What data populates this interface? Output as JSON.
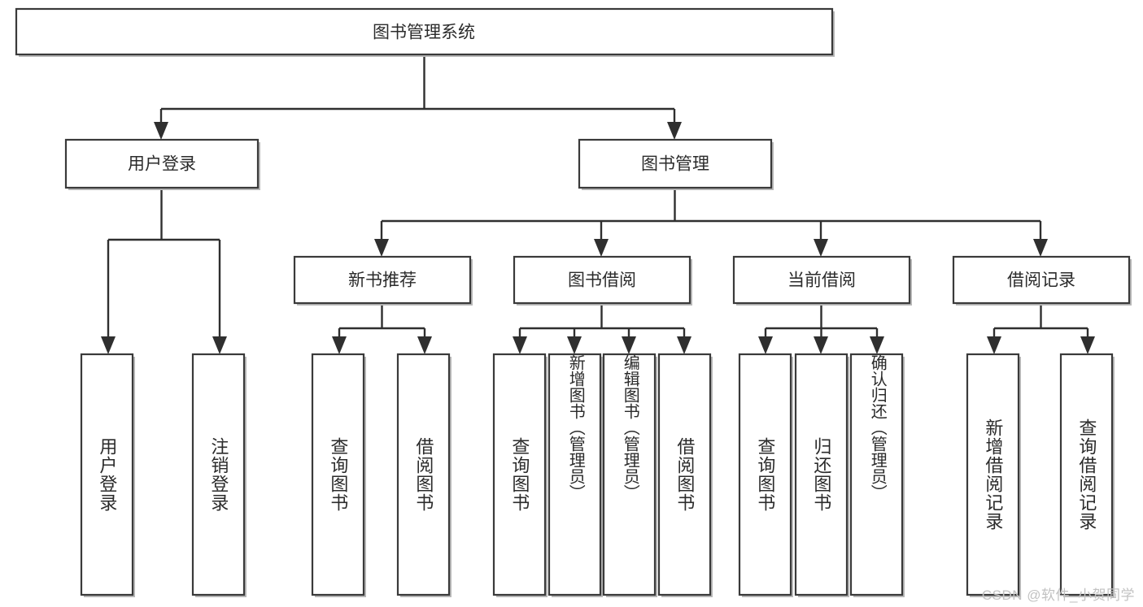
{
  "diagram": {
    "title": "图书管理系统",
    "type": "tree-hierarchy-chart",
    "orientation": "top-down",
    "root": {
      "label": "图书管理系统"
    },
    "level2": [
      {
        "label": "用户登录"
      },
      {
        "label": "图书管理"
      }
    ],
    "level3": [
      {
        "label": "新书推荐"
      },
      {
        "label": "图书借阅"
      },
      {
        "label": "当前借阅"
      },
      {
        "label": "借阅记录"
      }
    ],
    "leaves": {
      "user_login": [
        {
          "label": "用户登录"
        },
        {
          "label": "注销登录"
        }
      ],
      "new_book_recommend": [
        {
          "label": "查询图书"
        },
        {
          "label": "借阅图书"
        }
      ],
      "book_borrow": [
        {
          "label": "查询图书"
        },
        {
          "label": "新增图书（管理员）"
        },
        {
          "label": "编辑图书（管理员）"
        },
        {
          "label": "借阅图书"
        }
      ],
      "current_borrow": [
        {
          "label": "查询图书"
        },
        {
          "label": "归还图书"
        },
        {
          "label": "确认归还（管理员）"
        }
      ],
      "borrow_record": [
        {
          "label": "新增借阅记录"
        },
        {
          "label": "查询借阅记录"
        }
      ]
    }
  },
  "watermark": {
    "text": "CSDN @软件_小贺同学"
  },
  "colors": {
    "box_border": "#3a3a3a",
    "box_fill": "#ffffff",
    "connector": "#2f2f2f",
    "text": "#2b2b2b",
    "watermark": "#c2c2c2",
    "background": "#ffffff"
  }
}
